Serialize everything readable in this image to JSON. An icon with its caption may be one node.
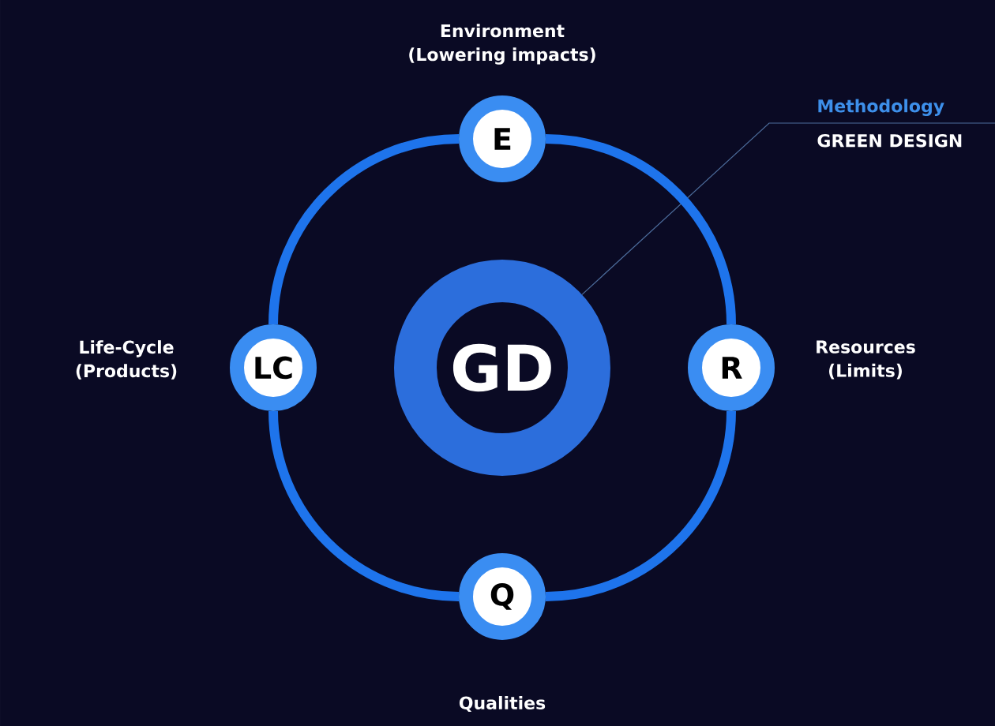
{
  "diagram": {
    "nodes": [
      {
        "text": [
          "GD"
        ]
      },
      {
        "text": [
          "E"
        ],
        "beside": [
          "Environment (Lowering impacts)"
        ]
      },
      {
        "text": [
          "R"
        ],
        "beside": [
          "Resources (Limits)"
        ]
      },
      {
        "text": [
          "Q"
        ],
        "beside": [
          "Qualities"
        ]
      },
      {
        "text": [
          "LC"
        ],
        "beside": [
          "Life-Cycle (Products)"
        ]
      },
      {
        "text": [
          "Methodology",
          "GREEN DESIGN"
        ]
      }
    ],
    "edges": [
      {
        "from": 5,
        "to": 0,
        "arrow": "none",
        "color": "#4d6d9c"
      },
      {
        "from": 1,
        "to": 2,
        "arrow": "none"
      },
      {
        "from": 2,
        "to": 3,
        "arrow": "none"
      },
      {
        "from": 3,
        "to": 4,
        "arrow": "none"
      },
      {
        "from": 4,
        "to": 1,
        "arrow": "none"
      }
    ]
  }
}
